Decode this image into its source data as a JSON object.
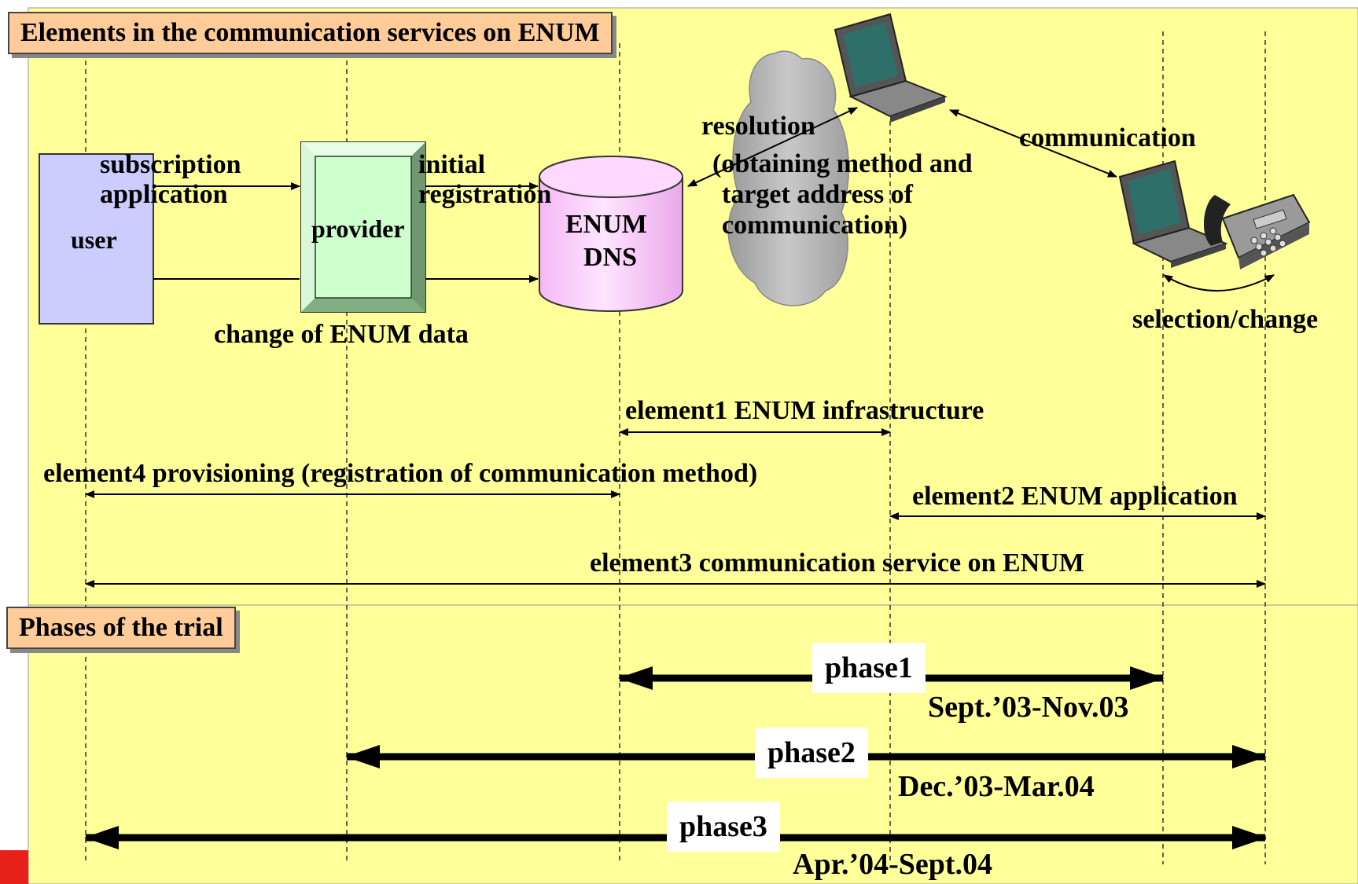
{
  "sections": {
    "elements_title": "Elements in the communication services on ENUM",
    "phases_title": "Phases of the trial"
  },
  "nodes": {
    "user": "user",
    "provider": "provider",
    "enum_dns_line1": "ENUM",
    "enum_dns_line2": "DNS"
  },
  "flows": {
    "subscription_line1": "subscription",
    "subscription_line2": "application",
    "initial_line1": "initial",
    "initial_line2": "registration",
    "change": "change of ENUM data",
    "resolution_line1": "resolution",
    "resolution_line2": "(obtaining method and",
    "resolution_line3": "target address of",
    "resolution_line4": "communication)",
    "communication": "communication",
    "selection": "selection/change"
  },
  "elements": {
    "element1": "element1 ENUM infrastructure",
    "element4": "element4 provisioning (registration of communication method)",
    "element2": "element2 ENUM application",
    "element3": "element3 communication service on ENUM"
  },
  "phases": [
    {
      "label": "phase1",
      "period": "Sept.’03-Nov.03"
    },
    {
      "label": "phase2",
      "period": "Dec.’03-Mar.04"
    },
    {
      "label": "phase3",
      "period": "Apr.’04-Sept.04"
    }
  ],
  "colors": {
    "background": "#ffff99",
    "title_box": "#ffcc99",
    "user_box": "#ccccff",
    "provider_box": "#ccffcc",
    "enum_dns": "#ffccff",
    "cloud": "#bbbbbb",
    "accent_red": "#e8201a"
  }
}
